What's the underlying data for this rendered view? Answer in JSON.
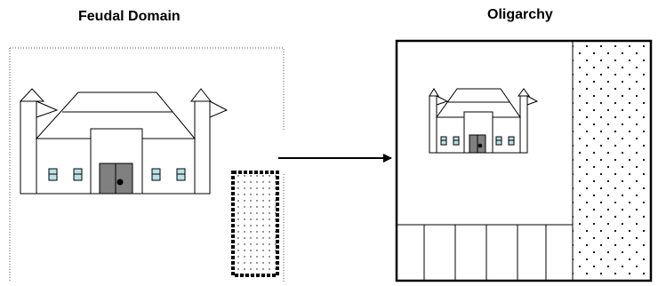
{
  "left_panel": {
    "title": "Feudal Domain"
  },
  "right_panel": {
    "title": "Oligarchy"
  },
  "arrow": {
    "direction": "left-to-right"
  },
  "colors": {
    "line": "#000000",
    "door_fill": "#808080",
    "window_fill": "#b8e0e8",
    "background": "#ffffff"
  }
}
